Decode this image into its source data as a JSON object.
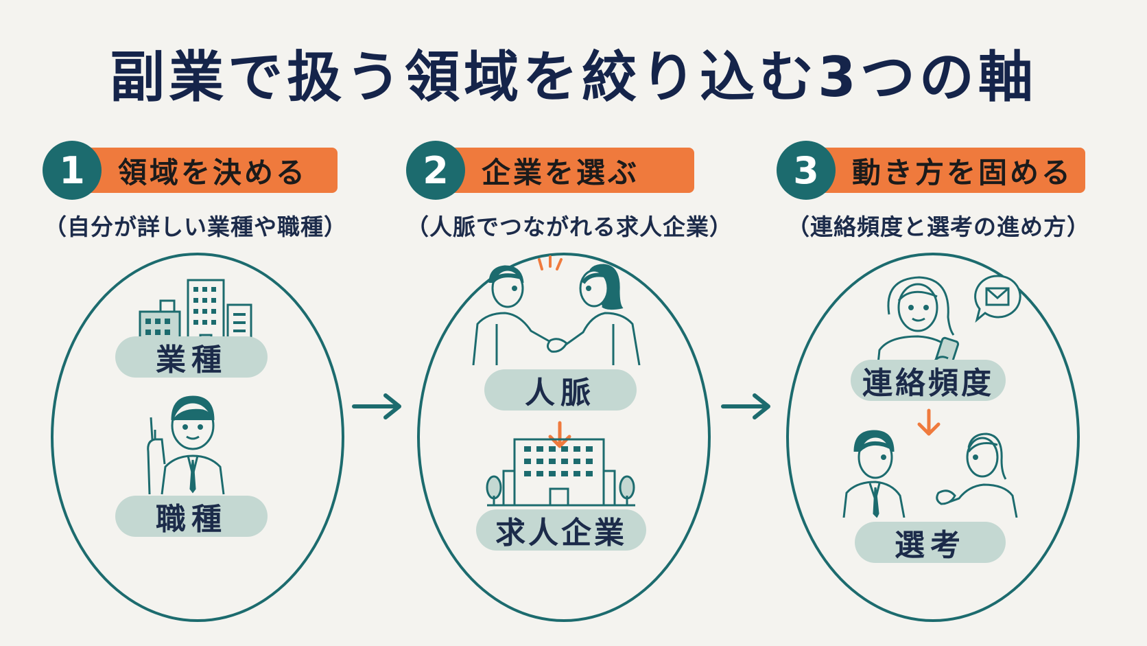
{
  "title": "副業で扱う領域を絞り込む3つの軸",
  "steps": [
    {
      "number": "1",
      "heading": "領域を決める",
      "sub": "（自分が詳しい業種や職種）",
      "labels": [
        "業種",
        "職種"
      ]
    },
    {
      "number": "2",
      "heading": "企業を選ぶ",
      "sub": "（人脈でつながれる求人企業）",
      "labels": [
        "人脈",
        "求人企業"
      ]
    },
    {
      "number": "3",
      "heading": "動き方を固める",
      "sub": "（連絡頻度と選考の進め方）",
      "labels": [
        "連絡頻度",
        "選考"
      ]
    }
  ],
  "colors": {
    "teal": "#1c6b6e",
    "orange": "#ef7a3d",
    "pill": "#c4d8d2",
    "navy": "#15244a",
    "background": "#f4f3ef"
  },
  "icons": [
    "buildings-icon",
    "businessman-pointing-icon",
    "handshake-icon",
    "office-building-icon",
    "woman-phone-icon",
    "mail-bubble-icon",
    "interview-icon",
    "arrow-right-icon",
    "arrow-down-icon"
  ]
}
